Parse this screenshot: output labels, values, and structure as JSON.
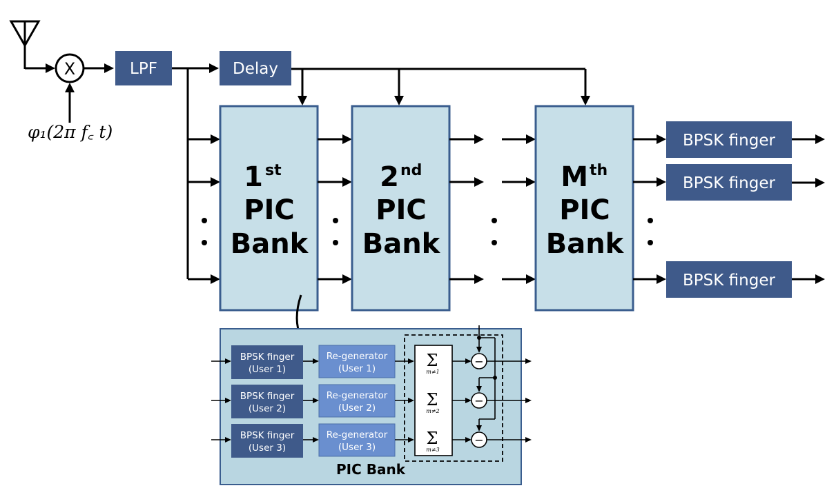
{
  "colors": {
    "dark_block": "#3f5a8a",
    "bank_fill": "#c7dfe8",
    "bank_stroke": "#3a5d8e",
    "inner_panel": "#b9d6e1",
    "regen_fill": "#6a8fcf"
  },
  "labels": {
    "lpf": "LPF",
    "delay": "Delay",
    "mixer": "X",
    "carrier": "φ₁(2π f꜀ t)"
  },
  "banks": [
    {
      "num": "1",
      "sup": "st",
      "l1": "PIC",
      "l2": "Bank"
    },
    {
      "num": "2",
      "sup": "nd",
      "l1": "PIC",
      "l2": "Bank"
    },
    {
      "num": "M",
      "sup": "th",
      "l1": "PIC",
      "l2": "Bank"
    }
  ],
  "output_fingers": [
    "BPSK finger",
    "BPSK finger",
    "BPSK finger"
  ],
  "detail": {
    "title": "PIC Bank",
    "fingers": [
      {
        "l1": "BPSK finger",
        "l2": "(User 1)"
      },
      {
        "l1": "BPSK finger",
        "l2": "(User 2)"
      },
      {
        "l1": "BPSK finger",
        "l2": "(User 3)"
      }
    ],
    "regens": [
      {
        "l1": "Re-generator",
        "l2": "(User 1)"
      },
      {
        "l1": "Re-generator",
        "l2": "(User 2)"
      },
      {
        "l1": "Re-generator",
        "l2": "(User 3)"
      }
    ],
    "sums": [
      {
        "sym": "Σ",
        "sub": "m≠1"
      },
      {
        "sym": "Σ",
        "sub": "m≠2"
      },
      {
        "sym": "Σ",
        "sub": "m≠3"
      }
    ],
    "minus": "−"
  }
}
